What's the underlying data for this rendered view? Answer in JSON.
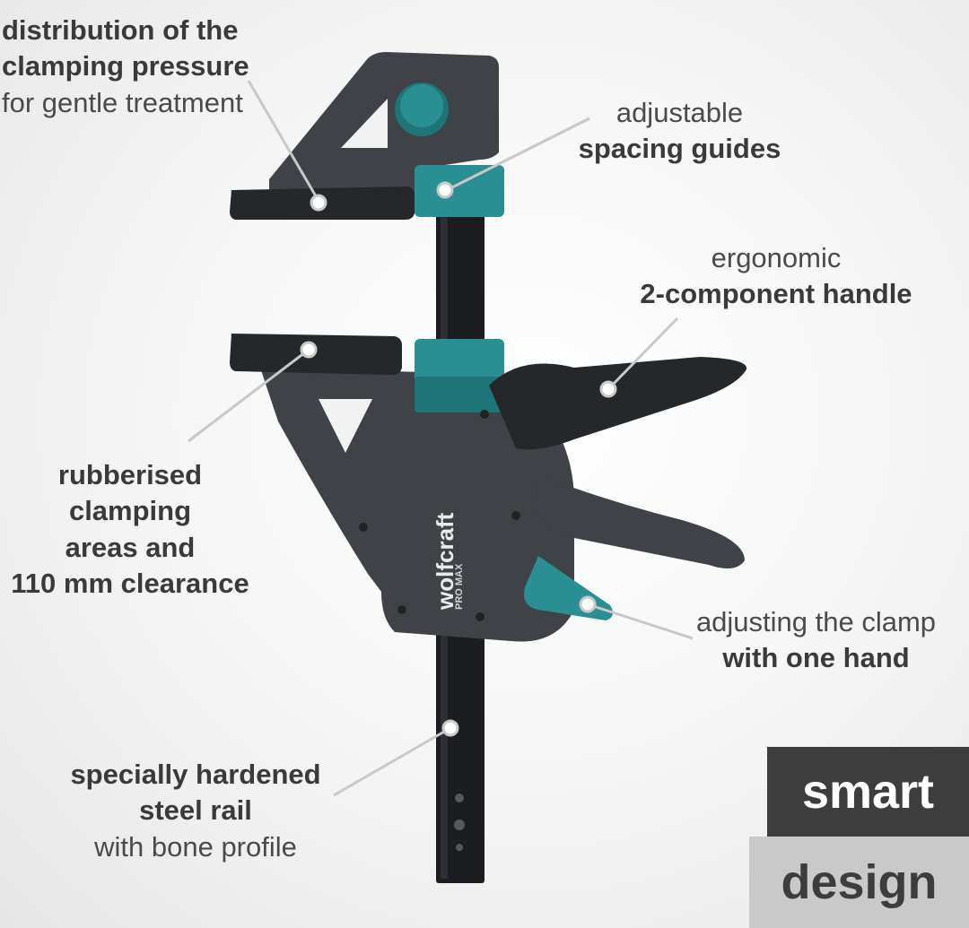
{
  "brand": {
    "logo_text": "wolfcraft",
    "model_text": "PRO MAX"
  },
  "colors": {
    "accent": "#2a8f92",
    "body": "#3f4348",
    "dark": "#25282b",
    "rail": "#1b1d20",
    "leader": "#c8c8c8"
  },
  "callouts": {
    "pressure": {
      "line1": "distribution of the",
      "line2": "clamping pressure",
      "line3": "for gentle treatment"
    },
    "guides": {
      "line1": "adjustable",
      "line2": "spacing guides"
    },
    "handle": {
      "line1": "ergonomic",
      "line2": "2-component handle"
    },
    "rubber": {
      "line1": "rubberised clamping",
      "line2": "areas and",
      "line3": "110 mm clearance"
    },
    "onehand": {
      "line1": "adjusting the clamp",
      "line2": "with one hand"
    },
    "rail": {
      "line1": "specially hardened",
      "line2": "steel rail",
      "line3": "with bone profile"
    }
  },
  "badges": {
    "smart": "smart",
    "design": "design"
  }
}
